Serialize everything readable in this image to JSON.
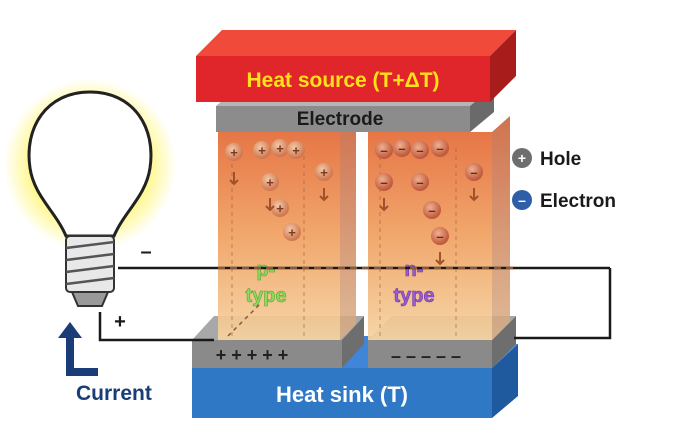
{
  "heat_source": {
    "label": "Heat source (T+ΔT)"
  },
  "electrode": {
    "label": "Electrode"
  },
  "heat_sink": {
    "label": "Heat sink (T)"
  },
  "p_leg": {
    "line1": "p-",
    "line2": "type",
    "bottom_charges": "+ + + + +"
  },
  "n_leg": {
    "line1": "n-",
    "line2": "type",
    "bottom_charges": "– – – – –"
  },
  "legend": {
    "hole": {
      "label": "Hole",
      "symbol": "+"
    },
    "electron": {
      "label": "Electron",
      "symbol": "–"
    }
  },
  "circuit": {
    "minus_sign": "–",
    "plus_sign": "+",
    "current_label": "Current"
  },
  "colors": {
    "heat_source": "#e0262a",
    "heat_source_text": "#ffe11a",
    "heat_sink": "#2f78c6",
    "electrode": "#8a8a8a",
    "leg_hot": "#e8733a",
    "leg_cold": "#f2c48a",
    "p_label": "#8bdc5a",
    "n_label": "#9a5ad6",
    "current": "#1a3d78",
    "bulb_glow": "#fff27a"
  }
}
